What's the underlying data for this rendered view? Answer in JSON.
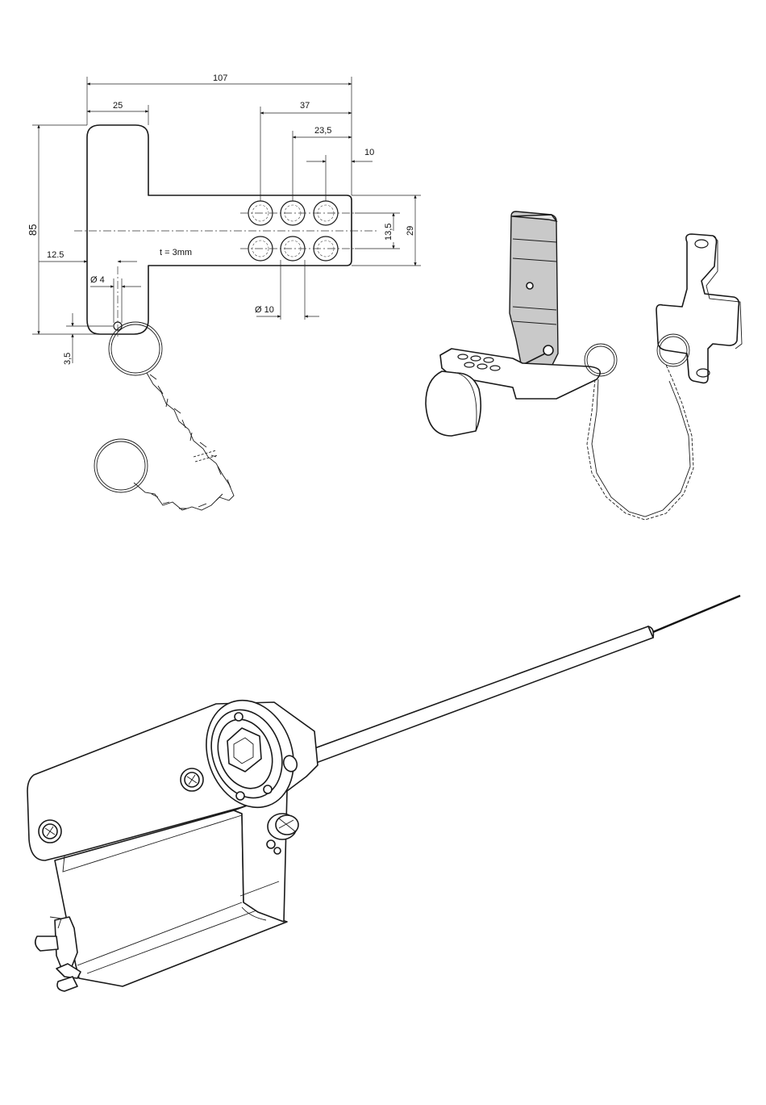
{
  "drawing": {
    "dimensions": {
      "overall_width": "107",
      "handle_width": "25",
      "holes_span": "37",
      "holes_span_inner": "23,5",
      "hole_edge": "10",
      "overall_height": "85",
      "bar_height": "29",
      "hole_row_pitch": "13,5",
      "offset": "12.5",
      "pin_hole_diameter": "Ø 4",
      "hole_diameter": "Ø 10",
      "bottom_offset": "3,5",
      "thickness": "t = 3mm"
    }
  },
  "views": [
    "technical-drawing-t-key",
    "isometric-bracket-with-chain",
    "isometric-lock-box-with-rod"
  ]
}
